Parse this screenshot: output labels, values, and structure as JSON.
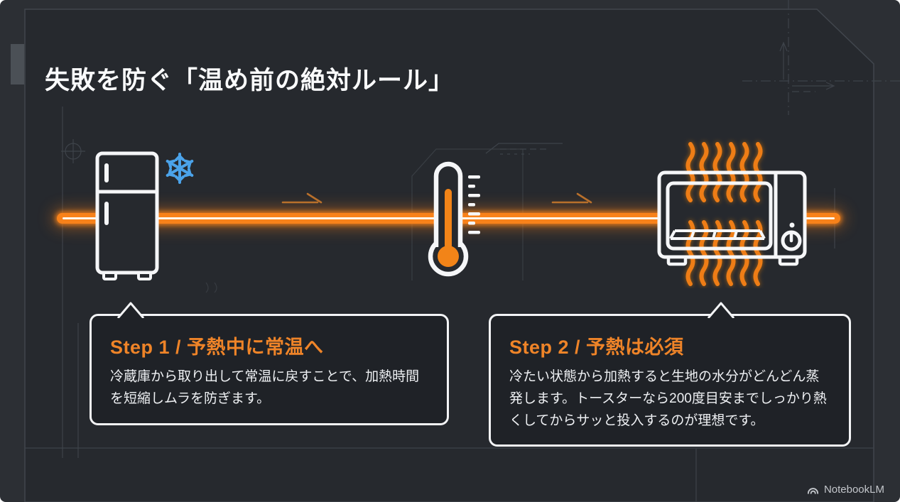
{
  "title": "失敗を防ぐ「温め前の絶対ルール」",
  "steps": [
    {
      "heading": "Step 1 / 予熱中に常温へ",
      "body": "冷蔵庫から取り出して常温に戻すことで、加熱時間を短縮しムラを防ぎます。"
    },
    {
      "heading": "Step 2 / 予熱は必須",
      "body": "冷たい状態から加熱すると生地の水分がどんどん蒸発します。トースターなら200度目安までしっかり熱くしてからサッと投入するのが理想です。"
    }
  ],
  "footer": {
    "brand": "NotebookLM"
  },
  "icons": {
    "fridge": "refrigerator-outline",
    "snowflake": "snowflake",
    "thermometer": "thermometer-with-scale",
    "toaster": "toaster-oven",
    "heat_waves": "rising-heat-waves",
    "flow_arrow": "right-arrow-sketch",
    "brand_logo": "notebooklm-wave"
  },
  "colors": {
    "panel_bg": "#26292e",
    "outer_bg": "#2c2f34",
    "blueprint_line": "#41464d",
    "timeline_orange": "#f8821a",
    "heat_orange": "#ee7d14",
    "heading_orange": "#ef8428",
    "snowflake_blue": "#4ba3ea",
    "callout_bg": "#1f2227",
    "white": "#f3f4f6"
  }
}
